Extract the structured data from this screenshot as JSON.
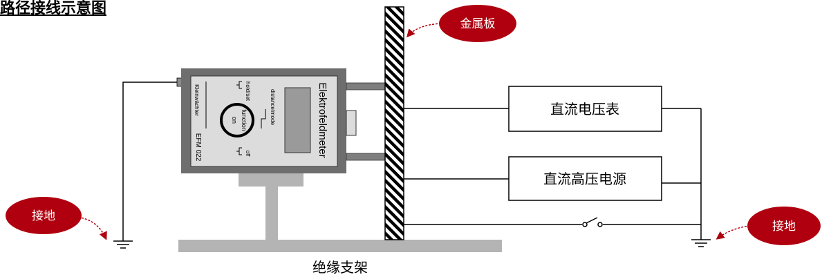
{
  "title": "路径接线示意图",
  "metal_plate_label": "金属板",
  "ground_left_label": "接地",
  "ground_right_label": "接地",
  "voltmeter_label": "直流电压表",
  "hv_source_label": "直流高压电源",
  "stand_label": "绝缘支架",
  "device": {
    "name": "Elektrofeldmeter",
    "brand": "Kleinwächter",
    "model": "EFM 022",
    "knob_text_top": "function",
    "knob_text_bottom": "on",
    "mode_label": "distance/mode",
    "hold_label": "hold/set",
    "off_label": "off"
  },
  "colors": {
    "callout_red": "#b0000f",
    "device_body": "#6e6e6e",
    "stand_gray": "#b4b4b4"
  }
}
